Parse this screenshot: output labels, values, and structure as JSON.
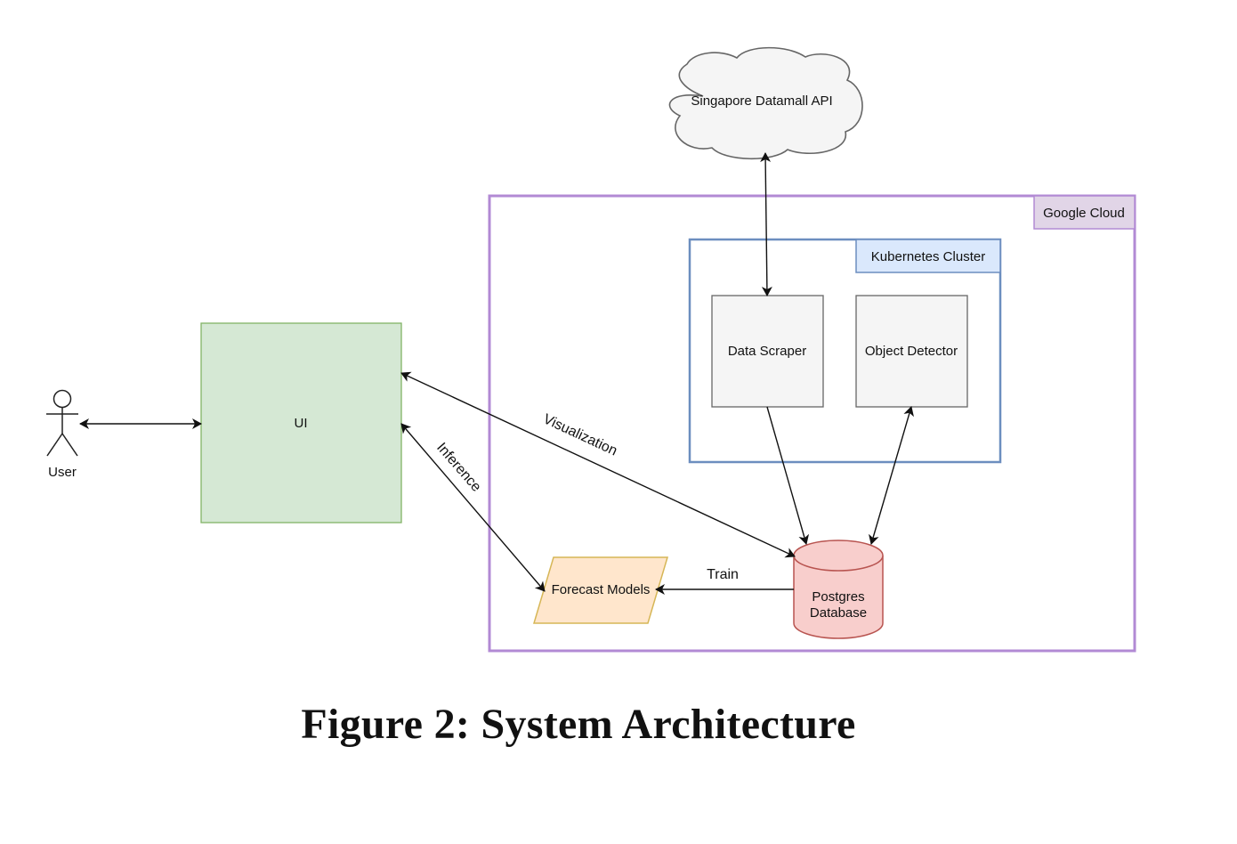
{
  "caption": "Figure 2: System Architecture",
  "nodes": {
    "cloud_api": "Singapore Datamall API",
    "google_cloud": "Google Cloud",
    "kubernetes": "Kubernetes Cluster",
    "data_scraper": "Data Scraper",
    "object_detector": "Object Detector",
    "ui": "UI",
    "user": "User",
    "forecast_models": "Forecast Models",
    "postgres_line1": "Postgres",
    "postgres_line2": "Database"
  },
  "edges": {
    "visualization": "Visualization",
    "inference": "Inference",
    "train": "Train"
  },
  "colors": {
    "google_cloud_border": "#b28ad4",
    "google_cloud_label_bg": "#e1d5e7",
    "kubernetes_border": "#6c8ebf",
    "kubernetes_label_bg": "#dae8fc",
    "service_fill": "#f5f5f5",
    "service_border": "#666666",
    "ui_fill": "#d5e8d4",
    "ui_border": "#82b366",
    "forecast_fill": "#ffe6cc",
    "forecast_border": "#d6b656",
    "database_fill": "#f8cecc",
    "database_border": "#b85450",
    "cloud_fill": "#f5f5f5",
    "cloud_border": "#666666"
  }
}
